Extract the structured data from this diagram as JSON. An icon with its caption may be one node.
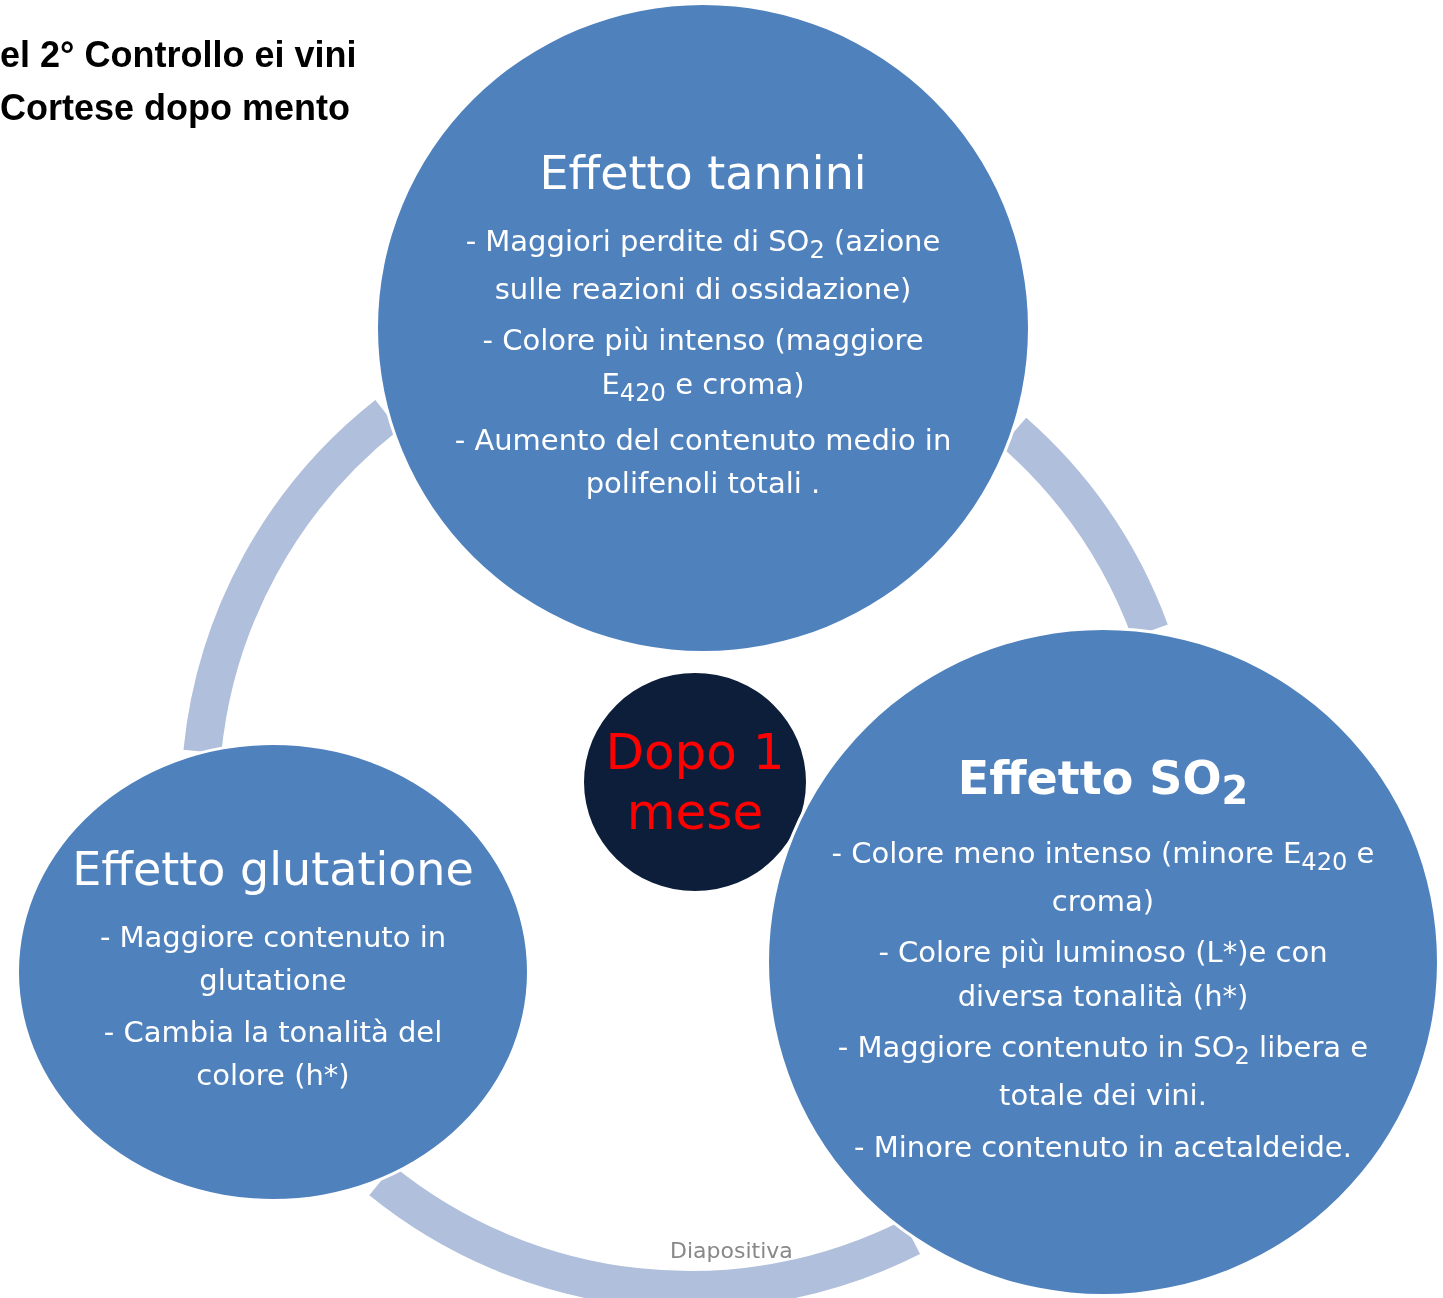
{
  "diagram": {
    "title": "el 2° Controllo ei vini Cortese dopo mento",
    "nodes": [
      {
        "text": [
          "Effetto tannini",
          "- Maggiori perdite di SO$_{2}$ (azione sulle reazioni di ossidazione)",
          "- Colore più intenso (maggiore E$_{420}$ e croma)",
          "- Aumento del contenuto medio in polifenoli totali ."
        ]
      },
      {
        "text": [
          "Dopo 1 mese"
        ]
      },
      {
        "text": [
          "Effetto SO$_{2}$",
          "- Colore meno intenso (minore E$_{420}$ e croma)",
          "- Colore più luminoso (L*)e con diversa tonalità (h*)",
          "- Maggiore contenuto in SO$_{2}$ libera e totale dei vini.",
          "- Minore contenuto in acetaldeide."
        ]
      },
      {
        "text": [
          "Effetto glutatione",
          "- Maggiore contenuto in glutatione",
          "- Cambia la tonalità del colore (h*)"
        ]
      }
    ],
    "edges": [
      {
        "from": 0,
        "to": 2,
        "arrow": "none"
      },
      {
        "from": 2,
        "to": 3,
        "arrow": "none"
      },
      {
        "from": 3,
        "to": 0,
        "arrow": "none"
      }
    ],
    "labels": [
      "Diapositiva"
    ]
  }
}
